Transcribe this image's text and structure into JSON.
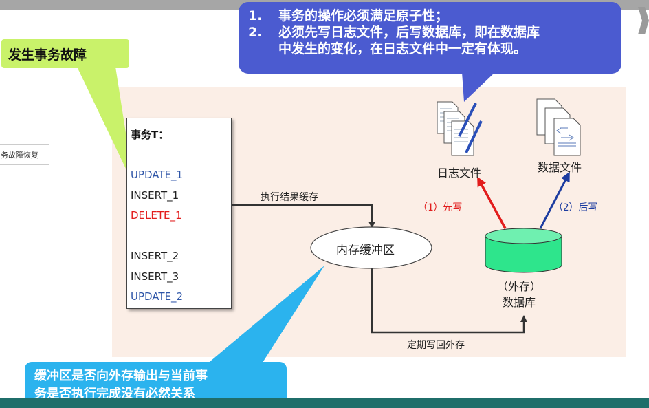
{
  "notes": {
    "item1_num": "1.",
    "item1_text": "事务的操作必须满足原子性；",
    "item2_num": "2.",
    "item2_line1": "必须先写日志文件，后写数据库，即在数据库",
    "item2_line2": "中发生的变化，在日志文件中一定有体现。"
  },
  "fault_tag": "发生事务故障",
  "side_tab": "务故障恢复",
  "transaction": {
    "title": "事务T：",
    "ops": [
      {
        "text": "UPDATE_1",
        "color": "#2f56a8"
      },
      {
        "text": "INSERT_1",
        "color": "#222222"
      },
      {
        "text": "DELETE_1",
        "color": "#e21c1c"
      },
      {
        "text": "INSERT_2",
        "color": "#222222"
      },
      {
        "text": "INSERT_3",
        "color": "#222222"
      },
      {
        "text": "UPDATE_2",
        "color": "#2f56a8"
      }
    ]
  },
  "labels": {
    "cache_result": "执行结果缓存",
    "buffer": "内存缓冲区",
    "log_file": "日志文件",
    "data_file": "数据文件",
    "step1": "（1）先写",
    "step2": "（2）后写",
    "db_line1": "（外存）",
    "db_line2": "数据库",
    "periodic_write": "定期写回外存"
  },
  "buffer_note": {
    "line1": "缓冲区是否向外存输出与当前事",
    "line2": "务是否执行完成没有必然关系"
  },
  "colors": {
    "blue_callout": "#4b5bd0",
    "green_tag": "#c9f26a",
    "cyan_callout": "#2bb3ee",
    "db_cylinder": "#2ee58c",
    "red_arrow": "#e21c1c",
    "blue_arrow": "#1c3ca0"
  }
}
